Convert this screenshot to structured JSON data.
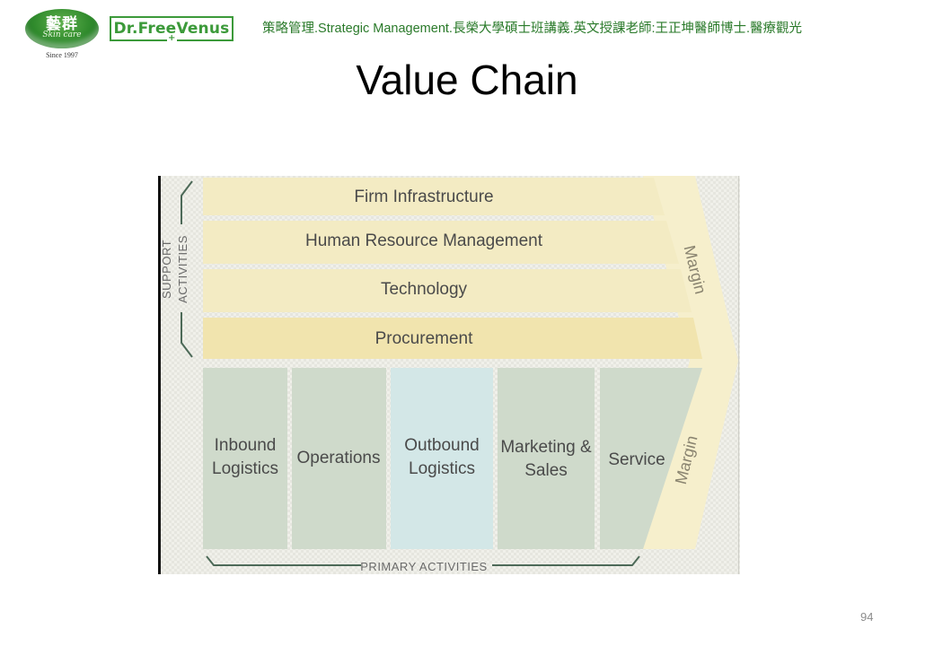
{
  "header": {
    "logo_yiqun_cn": "藝群",
    "logo_yiqun_script": "Skin care",
    "logo_yiqun_since": "Since 1997",
    "logo_dr": "Dr.FreeVenus",
    "course_text": "策略管理.Strategic Management.長榮大學碩士班講義.英文授課老師:王正坤醫師博士.醫療觀光"
  },
  "slide": {
    "title": "Value Chain",
    "page_number": "94"
  },
  "diagram": {
    "support_label_line1": "SUPPORT",
    "support_label_line2": "ACTIVITIES",
    "primary_label": "PRIMARY ACTIVITIES",
    "margin_top": "Margin",
    "margin_bottom": "Margin",
    "support_activities": [
      "Firm Infrastructure",
      "Human Resource Management",
      "Technology",
      "Procurement"
    ],
    "primary_activities": [
      {
        "line1": "Inbound",
        "line2": "Logistics"
      },
      {
        "line1": "Operations",
        "line2": ""
      },
      {
        "line1": "Outbound",
        "line2": "Logistics"
      },
      {
        "line1": "Marketing &",
        "line2": "Sales"
      },
      {
        "line1": "Service",
        "line2": ""
      }
    ],
    "colors": {
      "bg": "#efefe9",
      "support_band": "#f3ebc3",
      "procurement_band": "#f1e4ae",
      "arrow": "#f6efcc",
      "primary_green": "#cfdacb",
      "primary_blue": "#d3e7e7",
      "text": "#4a4a4a",
      "bracket": "#4d6a58"
    }
  }
}
